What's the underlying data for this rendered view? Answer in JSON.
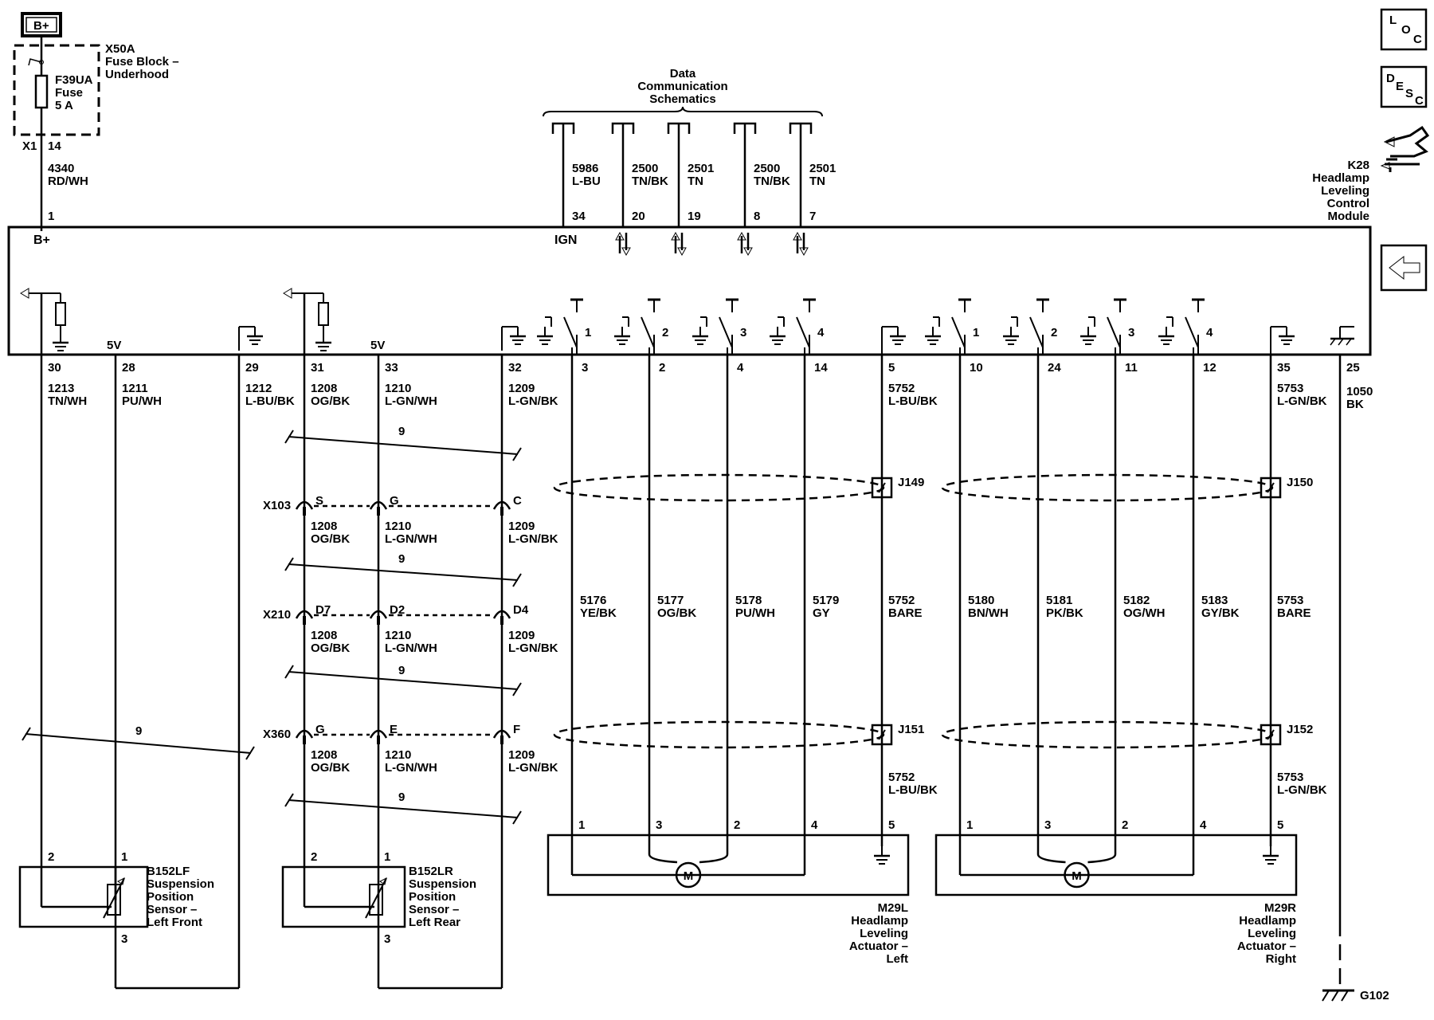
{
  "battery_label": "B+",
  "fuse_block": {
    "name": "X50A",
    "l1": "Fuse Block –",
    "l2": "Underhood"
  },
  "fuse": {
    "name": "F39UA",
    "l1": "Fuse",
    "l2": "5 A"
  },
  "fuse_conn": "X1",
  "fuse_pin": "14",
  "feed_circuit": "4340",
  "feed_color": "RD/WH",
  "data_comm": {
    "l1": "Data",
    "l2": "Communication",
    "l3": "Schematics"
  },
  "module": {
    "name": "K28",
    "l1": "Headlamp",
    "l2": "Leveling",
    "l3": "Control",
    "l4": "Module"
  },
  "module_bplus": "B+",
  "module_ign": "IGN",
  "module_feed_pin": "1",
  "top_wires": [
    {
      "circuit": "5986",
      "color": "L-BU",
      "pin": "34"
    },
    {
      "circuit": "2500",
      "color": "TN/BK",
      "pin": "20"
    },
    {
      "circuit": "2501",
      "color": "TN",
      "pin": "19"
    },
    {
      "circuit": "2500",
      "color": "TN/BK",
      "pin": "8"
    },
    {
      "circuit": "2501",
      "color": "TN",
      "pin": "7"
    }
  ],
  "ref_5v": "5V",
  "ref_5v_right": "5V",
  "bottom_left_wires": [
    {
      "pin": "30",
      "circuit": "1213",
      "color": "TN/WH"
    },
    {
      "pin": "28",
      "circuit": "1211",
      "color": "PU/WH"
    },
    {
      "pin": "29",
      "circuit": "1212",
      "color": "L-BU/BK"
    },
    {
      "pin": "31",
      "circuit": "1208",
      "color": "OG/BK"
    },
    {
      "pin": "33",
      "circuit": "1210",
      "color": "L-GN/WH"
    },
    {
      "pin": "32",
      "circuit": "1209",
      "color": "L-GN/BK"
    }
  ],
  "actuator_left": {
    "pins": [
      "3",
      "2",
      "4",
      "14"
    ],
    "switch_nums": [
      "1",
      "2",
      "3",
      "4"
    ],
    "circuits": [
      {
        "circuit": "5176",
        "color": "YE/BK"
      },
      {
        "circuit": "5177",
        "color": "OG/BK"
      },
      {
        "circuit": "5178",
        "color": "PU/WH"
      },
      {
        "circuit": "5179",
        "color": "GY"
      }
    ],
    "shield_pin": "5",
    "shield_top": {
      "circuit": "5752",
      "color": "L-BU/BK"
    },
    "shield_mid": {
      "circuit": "5752",
      "color": "BARE"
    },
    "shield_bottom": {
      "circuit": "5752",
      "color": "L-BU/BK"
    },
    "splice_top": "J149",
    "splice_bottom": "J151",
    "component_pins": [
      "1",
      "3",
      "2",
      "4",
      "5"
    ],
    "name": "M29L",
    "l1": "Headlamp",
    "l2": "Leveling",
    "l3": "Actuator –",
    "l4": "Left"
  },
  "actuator_right": {
    "pins": [
      "10",
      "24",
      "11",
      "12"
    ],
    "switch_nums": [
      "1",
      "2",
      "3",
      "4"
    ],
    "circuits": [
      {
        "circuit": "5180",
        "color": "BN/WH"
      },
      {
        "circuit": "5181",
        "color": "PK/BK"
      },
      {
        "circuit": "5182",
        "color": "OG/WH"
      },
      {
        "circuit": "5183",
        "color": "GY/BK"
      }
    ],
    "shield_pin": "35",
    "shield_top": {
      "circuit": "5753",
      "color": "L-GN/BK"
    },
    "shield_mid": {
      "circuit": "5753",
      "color": "BARE"
    },
    "shield_bottom": {
      "circuit": "5753",
      "color": "L-GN/BK"
    },
    "splice_top": "J150",
    "splice_bottom": "J152",
    "component_pins": [
      "1",
      "3",
      "2",
      "4",
      "5"
    ],
    "name": "M29R",
    "l1": "Headlamp",
    "l2": "Leveling",
    "l3": "Actuator –",
    "l4": "Right"
  },
  "motor_label": "M",
  "ground_wire": {
    "pin": "25",
    "circuit": "1050",
    "color": "BK",
    "ground": "G102"
  },
  "connectors": [
    {
      "name": "X103",
      "pins": [
        "S",
        "G",
        "C"
      ]
    },
    {
      "name": "X210",
      "pins": [
        "D7",
        "D2",
        "D4"
      ]
    },
    {
      "name": "X360",
      "pins": [
        "G",
        "E",
        "F"
      ]
    }
  ],
  "inline_wires": [
    {
      "circuit": "1208",
      "color": "OG/BK"
    },
    {
      "circuit": "1210",
      "color": "L-GN/WH"
    },
    {
      "circuit": "1209",
      "color": "L-GN/BK"
    }
  ],
  "harness_num": "9",
  "sensor_lf": {
    "name": "B152LF",
    "l1": "Suspension",
    "l2": "Position",
    "l3": "Sensor –",
    "l4": "Left Front",
    "pin_a": "2",
    "pin_b": "1",
    "pin_c": "3"
  },
  "sensor_lr": {
    "name": "B152LR",
    "l1": "Suspension",
    "l2": "Position",
    "l3": "Sensor –",
    "l4": "Left Rear",
    "pin_a": "2",
    "pin_b": "1",
    "pin_c": "3"
  },
  "nav": {
    "loc": {
      "l": "L",
      "o": "O",
      "c": "C"
    },
    "desc": {
      "d": "D",
      "e": "E",
      "s": "S",
      "c": "C"
    }
  }
}
